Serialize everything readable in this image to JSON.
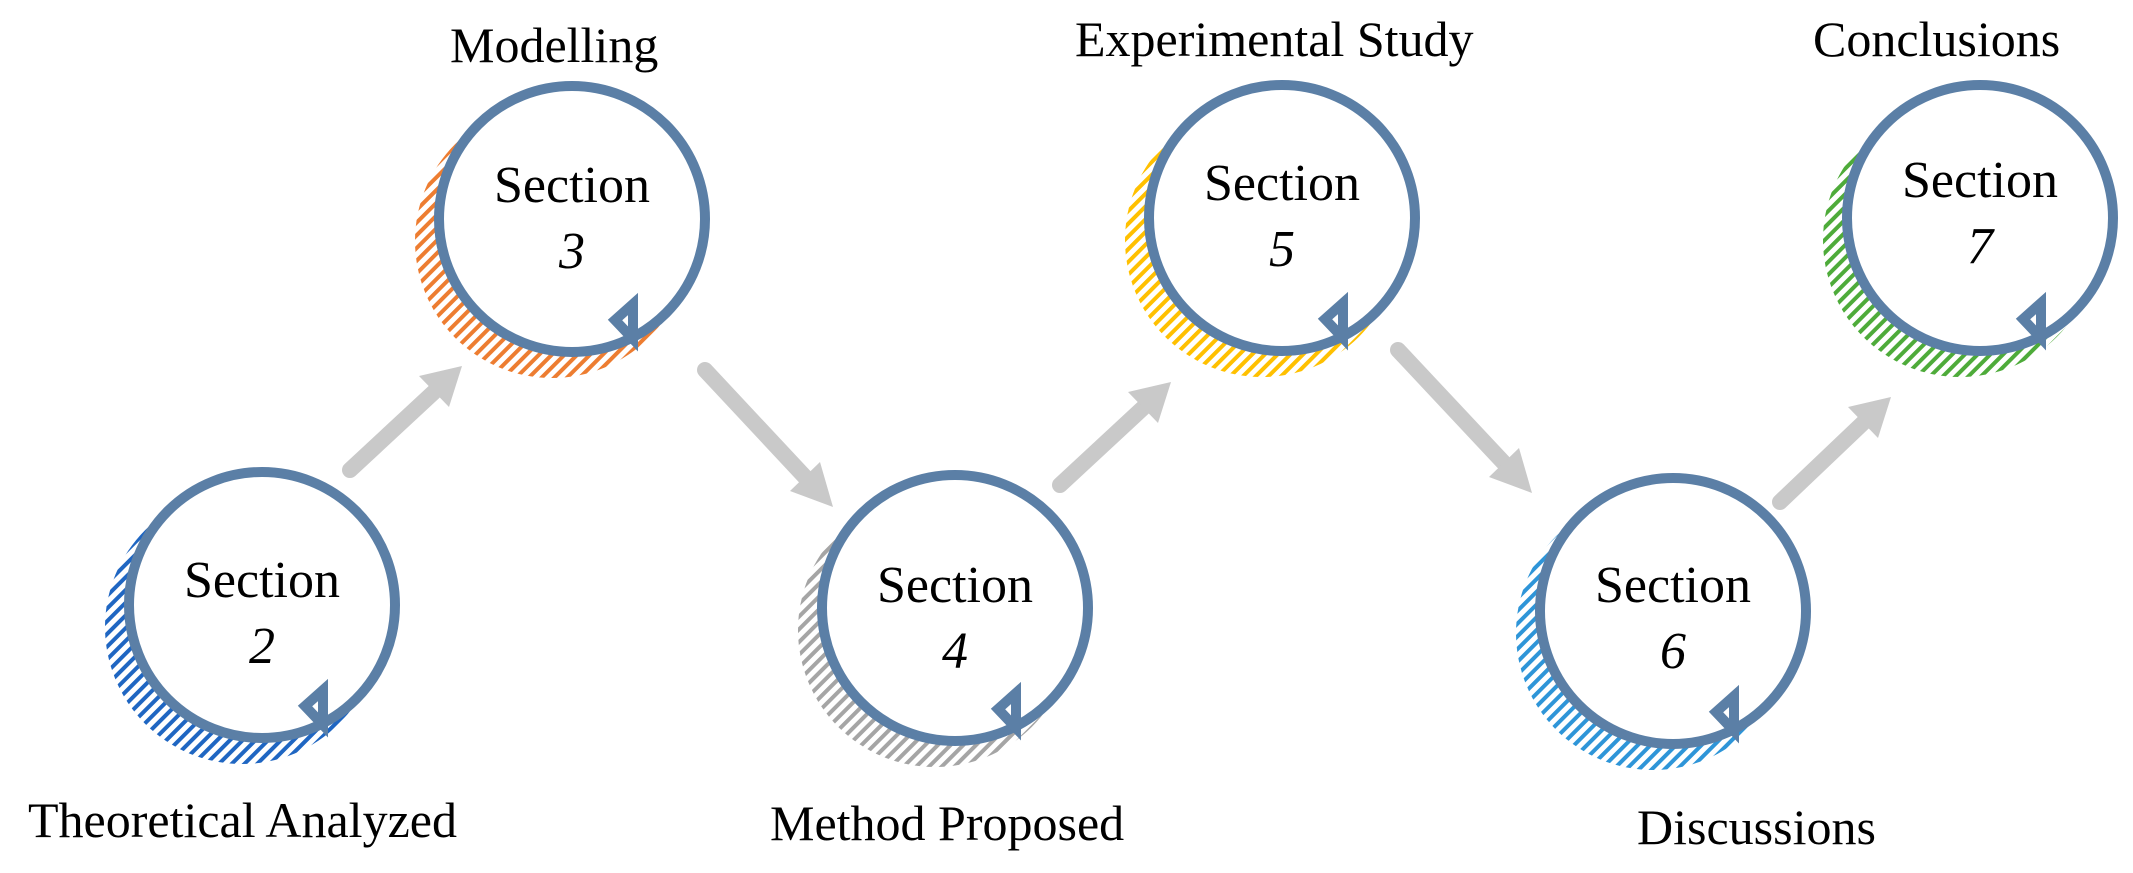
{
  "nodes": [
    {
      "id": "s2",
      "section_label": "Section",
      "number": "2",
      "caption": "Theoretical Analyzed",
      "hatch_color": "#1f66c2"
    },
    {
      "id": "s3",
      "section_label": "Section",
      "number": "3",
      "caption": "Modelling",
      "hatch_color": "#ed7d31"
    },
    {
      "id": "s4",
      "section_label": "Section",
      "number": "4",
      "caption": "Method Proposed",
      "hatch_color": "#a5a5a5"
    },
    {
      "id": "s5",
      "section_label": "Section",
      "number": "5",
      "caption": "Experimental Study",
      "hatch_color": "#ffc000"
    },
    {
      "id": "s6",
      "section_label": "Section",
      "number": "6",
      "caption": "Discussions",
      "hatch_color": "#2e95d8"
    },
    {
      "id": "s7",
      "section_label": "Section",
      "number": "7",
      "caption": "Conclusions",
      "hatch_color": "#4eab3a"
    }
  ],
  "colors": {
    "circle_stroke": "#5b7fa6",
    "arrow": "#c9c9c9"
  }
}
